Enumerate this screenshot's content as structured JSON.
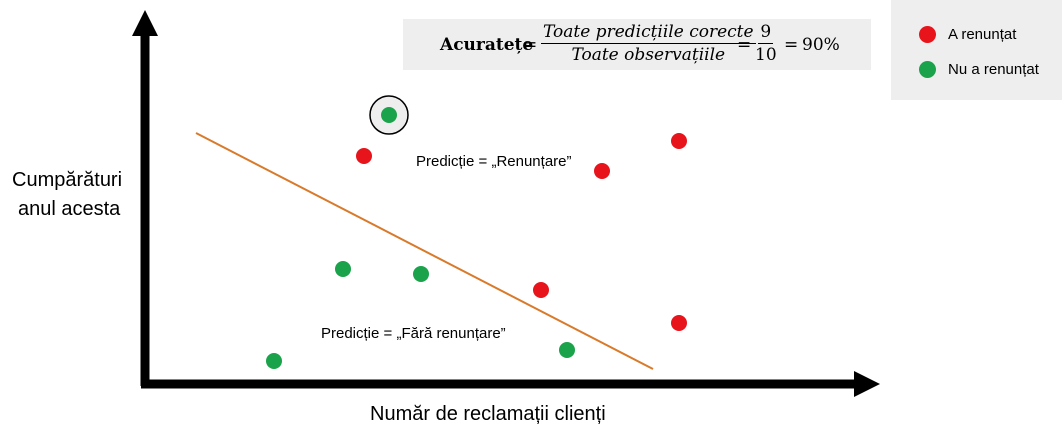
{
  "axes": {
    "ylabel_line1": "Cumpărături",
    "ylabel_line2": "anul acesta",
    "xlabel": "Număr de reclamații clienți"
  },
  "formula": {
    "term": "Acuratețe",
    "equals": "=",
    "numerator": "Toate predicțiile corecte",
    "denominator": "Toate observațiile",
    "equals2": "=",
    "value_num": "9",
    "value_den": "10",
    "equals3": "=",
    "result": "90%"
  },
  "legend": [
    {
      "label": "A renunțat",
      "color": "#e8141c"
    },
    {
      "label": "Nu a renunțat",
      "color": "#1aa34a"
    }
  ],
  "region_labels": {
    "upper": "Predicție = „Renunțare”",
    "lower": "Predicție = „Fără renunțare”"
  },
  "colors": {
    "churned": "#e8141c",
    "stayed": "#1aa34a",
    "boundary": "#d97a2b",
    "axis": "#000000"
  }
}
